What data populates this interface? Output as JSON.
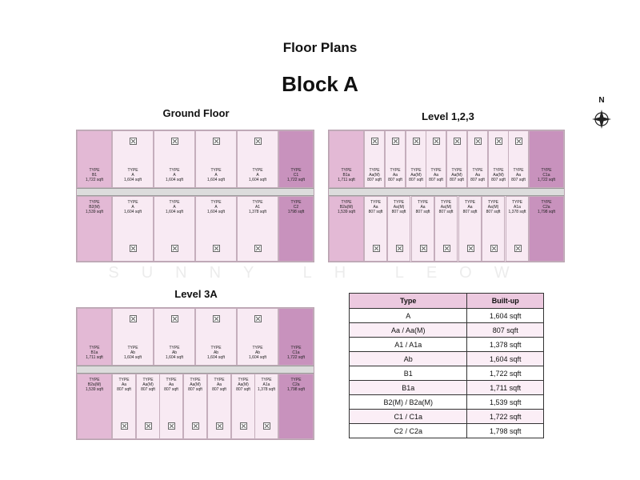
{
  "header": {
    "title": "Floor Plans",
    "block": "Block A"
  },
  "compass": {
    "label": "N"
  },
  "watermark": "SUNNY LH LEOW",
  "colors": {
    "unit": "#f8eaf3",
    "unit_b": "#e3b9d5",
    "unit_c": "#c892bd",
    "table_header": "#ecc9df",
    "corridor": "#dcdcdc"
  },
  "plans": {
    "ground": {
      "title": "Ground Floor",
      "top": [
        {
          "name": "TYPE",
          "type": "B1",
          "size": "1,722 sqft",
          "kind": "b"
        },
        {
          "name": "TYPE",
          "type": "A",
          "size": "1,604 sqft"
        },
        {
          "name": "TYPE",
          "type": "A",
          "size": "1,604 sqft"
        },
        {
          "name": "TYPE",
          "type": "A",
          "size": "1,604 sqft"
        },
        {
          "name": "TYPE",
          "type": "A",
          "size": "1,604 sqft"
        },
        {
          "name": "TYPE",
          "type": "C1",
          "size": "1,722 sqft",
          "kind": "c"
        }
      ],
      "bottom": [
        {
          "name": "TYPE",
          "type": "B2(M)",
          "size": "1,539 sqft",
          "kind": "b"
        },
        {
          "name": "TYPE",
          "type": "A",
          "size": "1,604 sqft"
        },
        {
          "name": "TYPE",
          "type": "A",
          "size": "1,604 sqft"
        },
        {
          "name": "TYPE",
          "type": "A",
          "size": "1,604 sqft"
        },
        {
          "name": "TYPE",
          "type": "A1",
          "size": "1,378 sqft"
        },
        {
          "name": "TYPE",
          "type": "C2",
          "size": "1798 sqft",
          "kind": "c"
        }
      ]
    },
    "level123": {
      "title": "Level 1,2,3",
      "top": [
        {
          "name": "TYPE",
          "type": "B1a",
          "size": "1,711 sqft",
          "kind": "b"
        },
        {
          "name": "TYPE",
          "type": "Aa(M)",
          "size": "807 sqft"
        },
        {
          "name": "TYPE",
          "type": "Aa",
          "size": "807 sqft"
        },
        {
          "name": "TYPE",
          "type": "Aa(M)",
          "size": "807 sqft"
        },
        {
          "name": "TYPE",
          "type": "Aa",
          "size": "807 sqft"
        },
        {
          "name": "TYPE",
          "type": "Aa(M)",
          "size": "807 sqft"
        },
        {
          "name": "TYPE",
          "type": "Aa",
          "size": "807 sqft"
        },
        {
          "name": "TYPE",
          "type": "Aa(M)",
          "size": "807 sqft"
        },
        {
          "name": "TYPE",
          "type": "Aa",
          "size": "807 sqft"
        },
        {
          "name": "TYPE",
          "type": "C1a",
          "size": "1,722 sqft",
          "kind": "c"
        }
      ],
      "bottom": [
        {
          "name": "TYPE",
          "type": "B2a(M)",
          "size": "1,539 sqft",
          "kind": "b"
        },
        {
          "name": "TYPE",
          "type": "Aa",
          "size": "807 sqft"
        },
        {
          "name": "TYPE",
          "type": "Aa(M)",
          "size": "807 sqft"
        },
        {
          "name": "TYPE",
          "type": "Aa",
          "size": "807 sqft"
        },
        {
          "name": "TYPE",
          "type": "Aa(M)",
          "size": "807 sqft"
        },
        {
          "name": "TYPE",
          "type": "Aa",
          "size": "807 sqft"
        },
        {
          "name": "TYPE",
          "type": "Aa(M)",
          "size": "807 sqft"
        },
        {
          "name": "TYPE",
          "type": "A1a",
          "size": "1,378 sqft"
        },
        {
          "name": "TYPE",
          "type": "C2a",
          "size": "1,798 sqft",
          "kind": "c"
        }
      ]
    },
    "level3a": {
      "title": "Level 3A",
      "top": [
        {
          "name": "TYPE",
          "type": "B1a",
          "size": "1,711 sqft",
          "kind": "b"
        },
        {
          "name": "TYPE",
          "type": "Ab",
          "size": "1,604 sqft"
        },
        {
          "name": "TYPE",
          "type": "Ab",
          "size": "1,604 sqft"
        },
        {
          "name": "TYPE",
          "type": "Ab",
          "size": "1,604 sqft"
        },
        {
          "name": "TYPE",
          "type": "Ab",
          "size": "1,604 sqft"
        },
        {
          "name": "TYPE",
          "type": "C1a",
          "size": "1,722 sqft",
          "kind": "c"
        }
      ],
      "bottom": [
        {
          "name": "TYPE",
          "type": "B2a(M)",
          "size": "1,539 sqft",
          "kind": "b"
        },
        {
          "name": "TYPE",
          "type": "Aa",
          "size": "807 sqft"
        },
        {
          "name": "TYPE",
          "type": "Aa(M)",
          "size": "807 sqft"
        },
        {
          "name": "TYPE",
          "type": "Aa",
          "size": "807 sqft"
        },
        {
          "name": "TYPE",
          "type": "Aa(M)",
          "size": "807 sqft"
        },
        {
          "name": "TYPE",
          "type": "Aa",
          "size": "807 sqft"
        },
        {
          "name": "TYPE",
          "type": "Aa(M)",
          "size": "807 sqft"
        },
        {
          "name": "TYPE",
          "type": "A1a",
          "size": "1,378 sqft"
        },
        {
          "name": "TYPE",
          "type": "C2a",
          "size": "1,798 sqft",
          "kind": "c"
        }
      ]
    }
  },
  "table": {
    "headers": [
      "Type",
      "Built-up"
    ],
    "rows": [
      [
        "A",
        "1,604 sqft"
      ],
      [
        "Aa / Aa(M)",
        "807 sqft"
      ],
      [
        "A1 / A1a",
        "1,378 sqft"
      ],
      [
        "Ab",
        "1,604 sqft"
      ],
      [
        "B1",
        "1,722 sqft"
      ],
      [
        "B1a",
        "1,711 sqft"
      ],
      [
        "B2(M) / B2a(M)",
        "1,539 sqft"
      ],
      [
        "C1 / C1a",
        "1,722 sqft"
      ],
      [
        "C2 / C2a",
        "1,798 sqft"
      ]
    ]
  }
}
